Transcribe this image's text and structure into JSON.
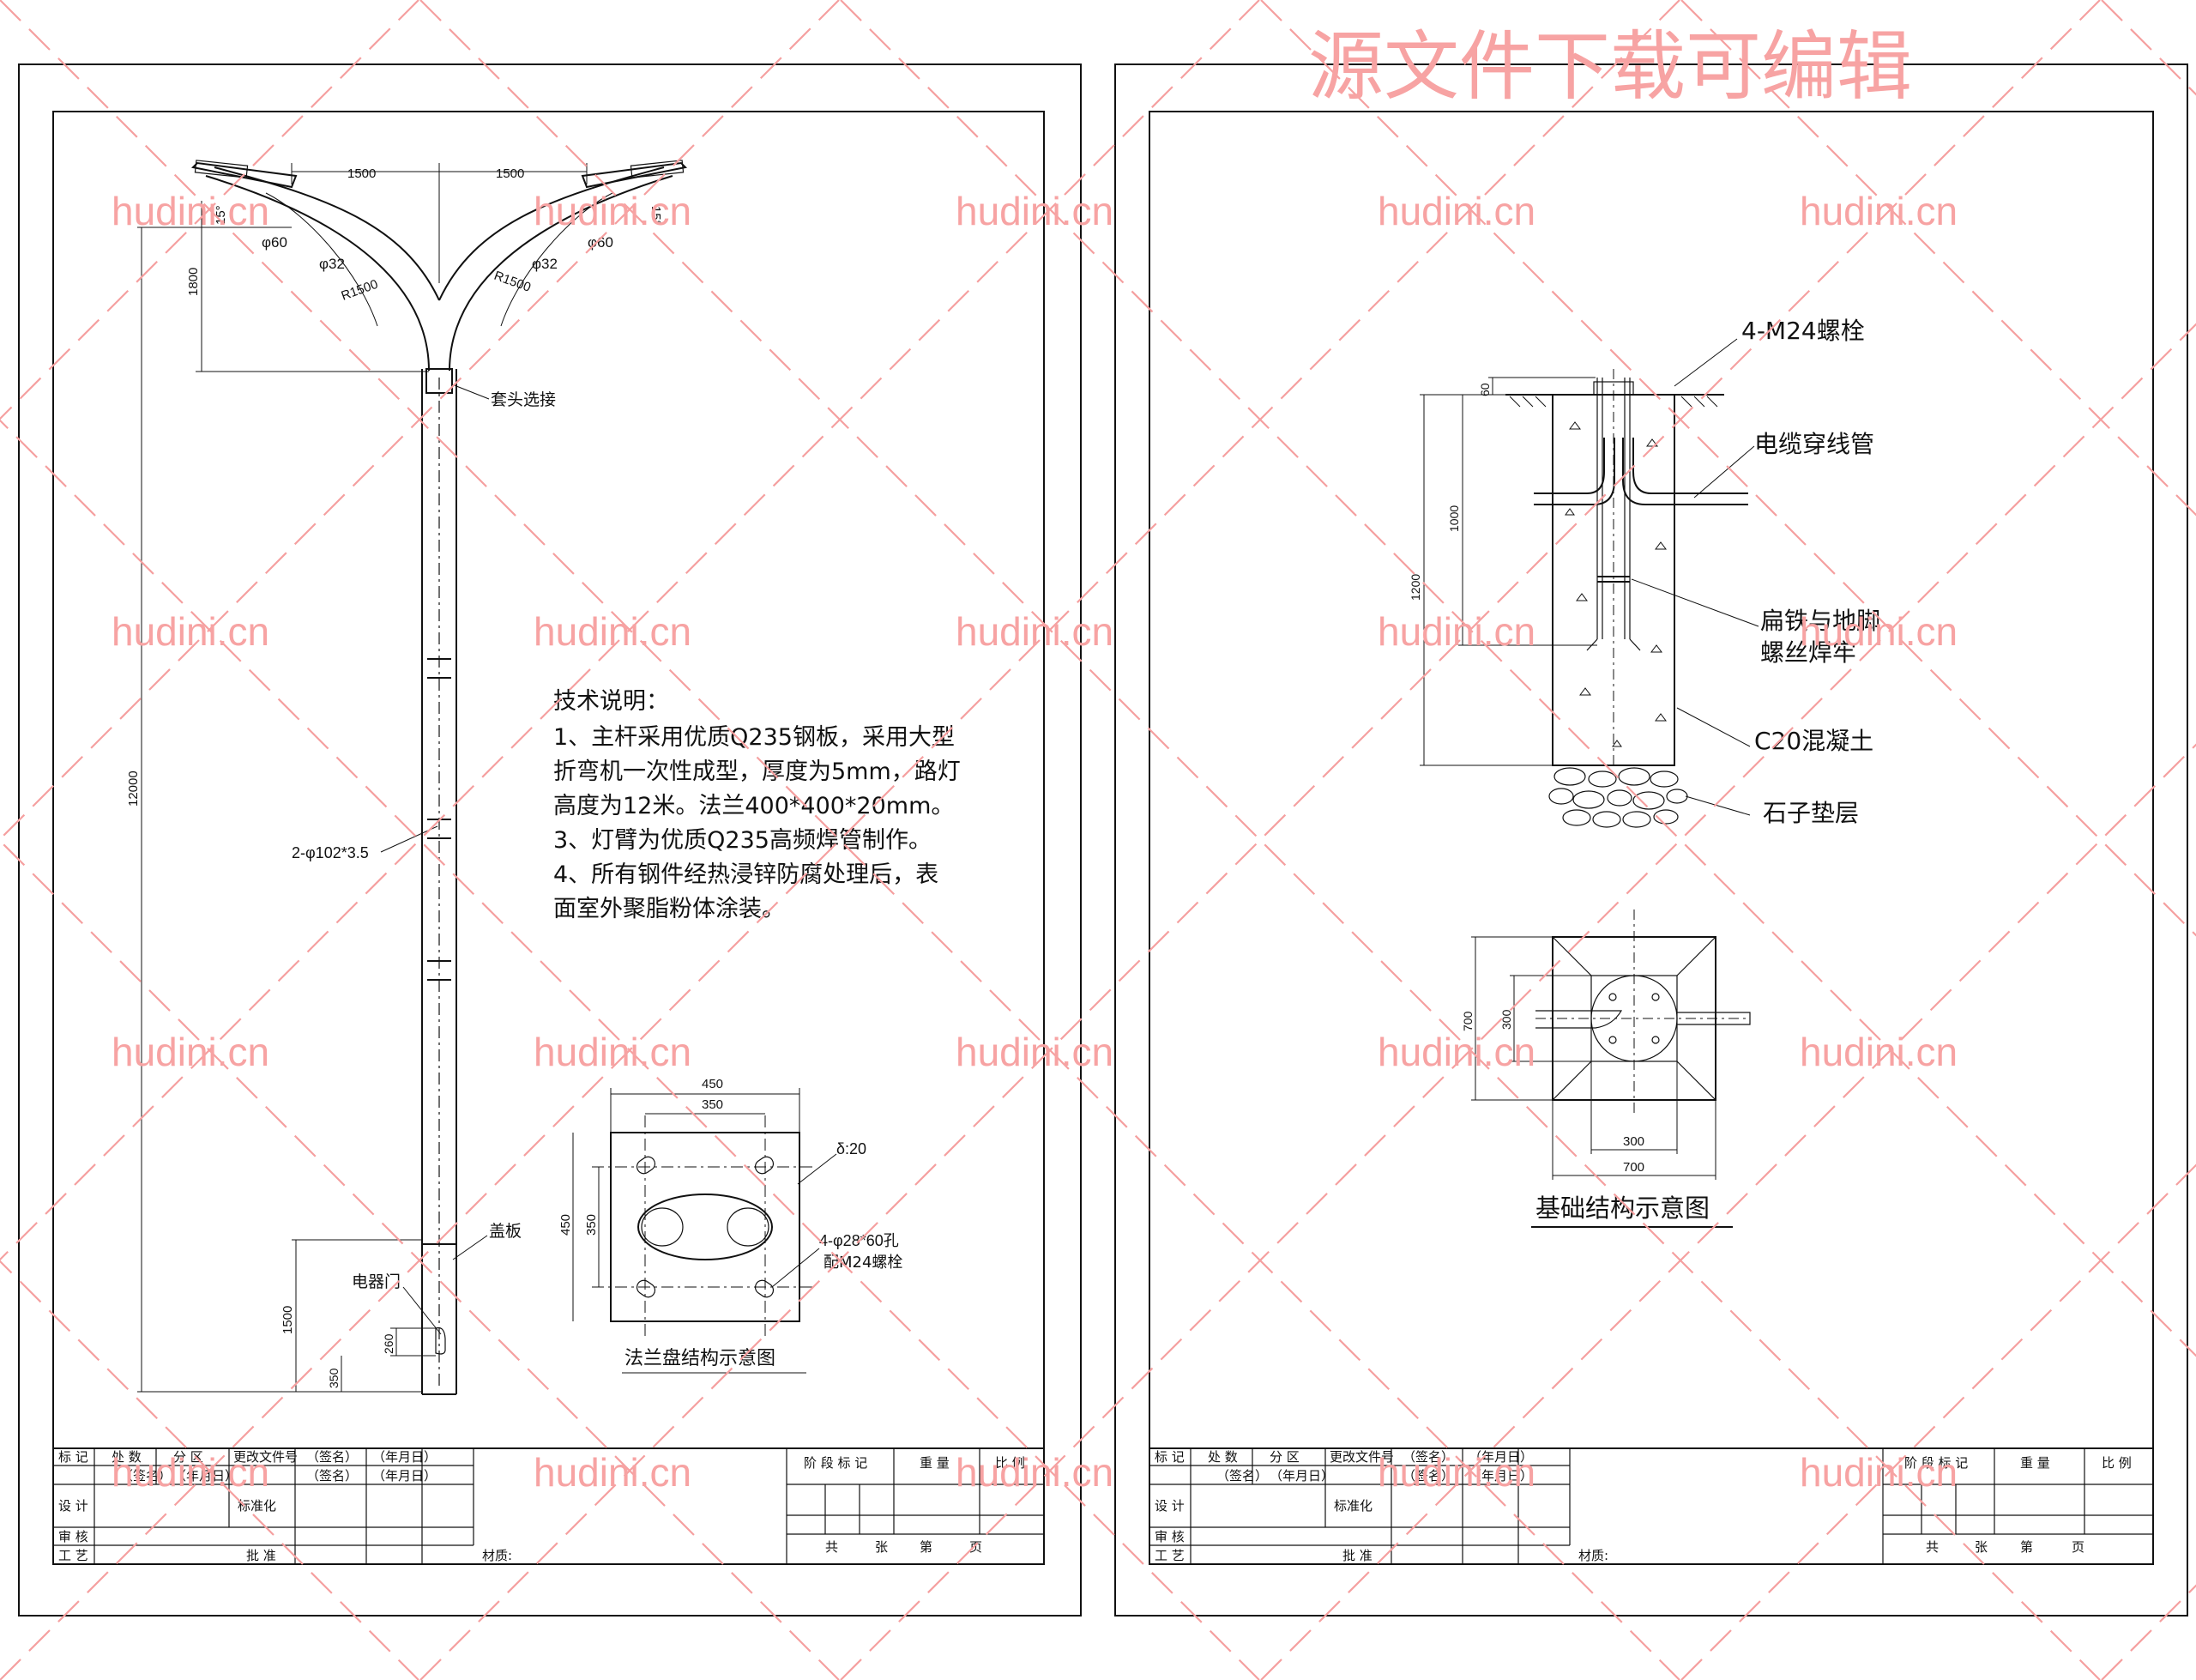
{
  "watermark": {
    "top_text": "源文件下载可编辑",
    "site": "hudini.cn",
    "color": "#f7a3a3"
  },
  "pole": {
    "dims": {
      "arm_span_left": "1500",
      "arm_span_right": "1500",
      "arm_height": "1800",
      "pole_height": "12000",
      "door_height": "1500",
      "door_len": "260",
      "door_base": "350"
    },
    "labels": {
      "angle_left": "15°",
      "angle_right": "15°",
      "tube_left": "φ60",
      "tube_right": "φ60",
      "arm_left": "φ32",
      "arm_right": "φ32",
      "radius_left": "R1500",
      "radius_right": "R1500",
      "sleeve": "套头选接",
      "rib": "2-φ102*3.5",
      "cover": "盖板",
      "door": "电器门"
    }
  },
  "tech_notes": {
    "title": "技术说明：",
    "lines": [
      "1、主杆采用优质Q235钢板，采用大型",
      "折弯机一次性成型，厚度为5mm，路灯",
      "高度为12米。法兰400*400*20mm。",
      "3、灯臂为优质Q235高频焊管制作。",
      "4、所有钢件经热浸锌防腐处理后，表",
      "面室外聚脂粉体涂装。"
    ]
  },
  "flange": {
    "title": "法兰盘结构示意图",
    "dims": {
      "outer_w": "450",
      "inner_w": "350",
      "outer_h": "450",
      "inner_h": "350"
    },
    "labels": {
      "thickness": "δ:20",
      "holes": "4-φ28*60孔",
      "bolts": "配M24螺栓"
    }
  },
  "foundation": {
    "title": "基础结构示意图",
    "dims": {
      "top": "60",
      "pipe": "1000",
      "depth": "1200",
      "plan_h": "700",
      "plan_inner_h": "300",
      "plan_inner_w": "300",
      "plan_w": "700"
    },
    "labels": {
      "bolt": "4-M24螺栓",
      "cable": "电缆穿线管",
      "weld_1": "扁铁与地脚",
      "weld_2": "螺丝焊牢",
      "concrete": "C20混凝土",
      "gravel": "石子垫层"
    }
  },
  "title_block": {
    "row1": [
      "标 记",
      "处 数",
      "分 区",
      "更改文件号",
      "（签名）",
      "（年月日）"
    ],
    "row2": [
      "设 计",
      "（签名）",
      "（年月日）",
      "标准化",
      "（签名）",
      "（年月日）"
    ],
    "review": "审 核",
    "craft": "工 艺",
    "approve": "批 准",
    "material": "材质:",
    "stage": "阶 段 标 记",
    "weight": "重 量",
    "scale": "比 例",
    "sheets": [
      "共",
      "张",
      "第",
      "页"
    ]
  }
}
